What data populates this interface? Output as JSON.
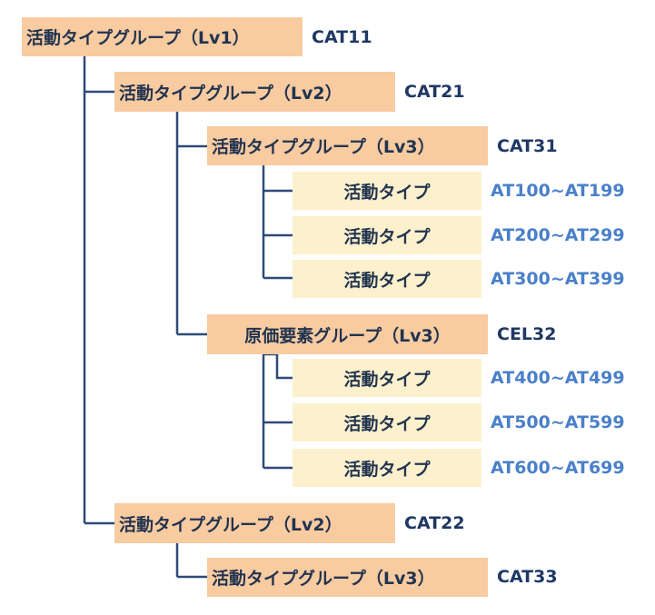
{
  "diagram": {
    "nodes": [
      {
        "id": "cat11",
        "kind": "group",
        "label": "活動タイプグループ（Lv1）",
        "code": "CAT11",
        "level": 1,
        "parent": null
      },
      {
        "id": "cat21",
        "kind": "group",
        "label": "活動タイプグループ（Lv2）",
        "code": "CAT21",
        "level": 2,
        "parent": "cat11"
      },
      {
        "id": "cat31",
        "kind": "group",
        "label": "活動タイプグループ（Lv3）",
        "code": "CAT31",
        "level": 3,
        "parent": "cat21"
      },
      {
        "id": "at100",
        "kind": "activity",
        "label": "活動タイプ",
        "code": "AT100~AT199",
        "level": 4,
        "parent": "cat31"
      },
      {
        "id": "at200",
        "kind": "activity",
        "label": "活動タイプ",
        "code": "AT200~AT299",
        "level": 4,
        "parent": "cat31"
      },
      {
        "id": "at300",
        "kind": "activity",
        "label": "活動タイプ",
        "code": "AT300~AT399",
        "level": 4,
        "parent": "cat31"
      },
      {
        "id": "cel32",
        "kind": "group",
        "label": "原価要素グループ（Lv3）",
        "code": "CEL32",
        "level": 3,
        "parent": "cat21"
      },
      {
        "id": "at400",
        "kind": "activity",
        "label": "活動タイプ",
        "code": "AT400~AT499",
        "level": 4,
        "parent": "cel32"
      },
      {
        "id": "at500",
        "kind": "activity",
        "label": "活動タイプ",
        "code": "AT500~AT599",
        "level": 4,
        "parent": "cel32"
      },
      {
        "id": "at600",
        "kind": "activity",
        "label": "活動タイプ",
        "code": "AT600~AT699",
        "level": 4,
        "parent": "cel32"
      },
      {
        "id": "cat22",
        "kind": "group",
        "label": "活動タイプグループ（Lv2）",
        "code": "CAT22",
        "level": 2,
        "parent": "cat11"
      },
      {
        "id": "cat33",
        "kind": "group",
        "label": "活動タイプグループ（Lv3）",
        "code": "CAT33",
        "level": 3,
        "parent": "cat22"
      }
    ]
  },
  "colors": {
    "group_fill": "#f8cba1",
    "activity_fill": "#fdf0cd",
    "connector": "#2e4a78",
    "label_text": "#22344f",
    "group_code": "#1f3864",
    "activity_code": "#4a80c9"
  }
}
